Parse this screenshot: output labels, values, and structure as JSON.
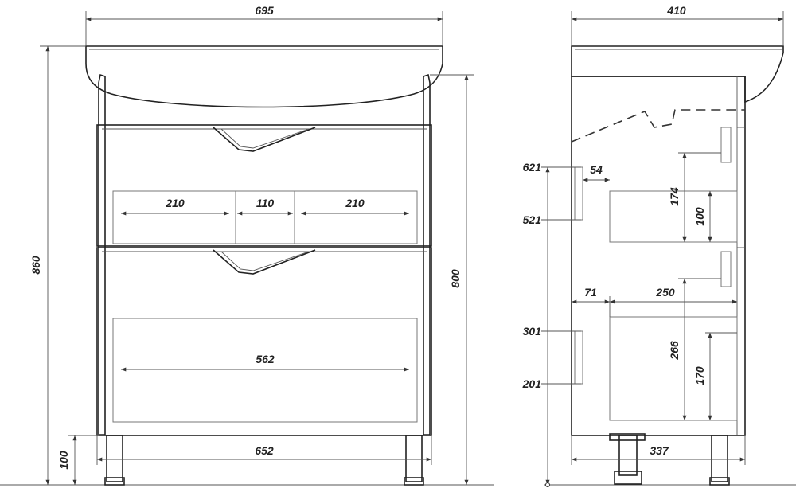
{
  "front_view": {
    "overall_width": "695",
    "overall_height": "860",
    "height_800": "800",
    "leg_height": "100",
    "base_width": "652",
    "upper_drawer_widths": [
      "210",
      "110",
      "210"
    ],
    "lower_drawer_width": "562"
  },
  "side_view": {
    "overall_depth": "410",
    "base_depth": "337",
    "upper_levels": [
      "621",
      "521"
    ],
    "lower_levels": [
      "301",
      "201"
    ],
    "offset_54": "54",
    "offset_71": "71",
    "depth_250": "250",
    "height_174": "174",
    "height_100": "100",
    "height_266": "266",
    "height_170": "170"
  }
}
